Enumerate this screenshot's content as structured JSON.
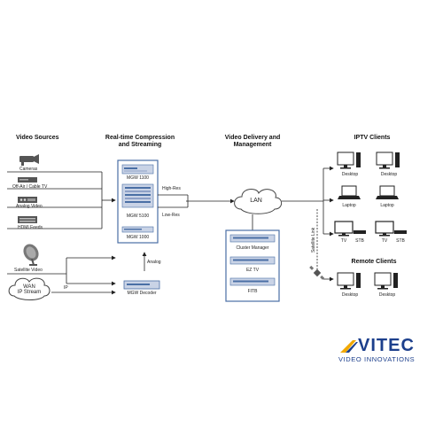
{
  "headers": {
    "sources": "Video Sources",
    "compression": "Real-time Compression\nand Streaming",
    "delivery": "Video Delivery and\nManagement",
    "iptv": "IPTV Clients",
    "remote": "Remote Clients"
  },
  "sources": {
    "cameras": "Cameras",
    "offair": "Off-Air / Cable TV",
    "analog": "Analog Video",
    "hdmi": "HDMI Feeds",
    "satellite": "Satellite Video",
    "wan": "WAN\nIP Stream"
  },
  "encoders": {
    "mgw1100": "MGW 1100",
    "mgw5100": "MGW 5100",
    "mgw1000": "MGW 1000",
    "decoder": "MGW Decoder"
  },
  "links": {
    "high_res": "High-Res",
    "low_res": "Low-Res",
    "analog": "Analog",
    "ip": "IP",
    "satellite_link": "Satellite Link"
  },
  "delivery": {
    "lan": "LAN",
    "cluster_manager": "Cluster Manager",
    "eztv": "EZ TV",
    "fitb": "FITB"
  },
  "iptv_clients": {
    "desktop1": "Desktop",
    "desktop2": "Desktop",
    "laptop1": "Laptop",
    "laptop2": "Laptop",
    "tv1": "TV",
    "stb1": "STB",
    "tv2": "TV",
    "stb2": "STB"
  },
  "remote_clients": {
    "desktop1": "Desktop",
    "desktop2": "Desktop"
  },
  "logo": {
    "brand": "VITEC",
    "tagline": "VIDEO INNOVATIONS",
    "color": "#1c3f8c"
  }
}
